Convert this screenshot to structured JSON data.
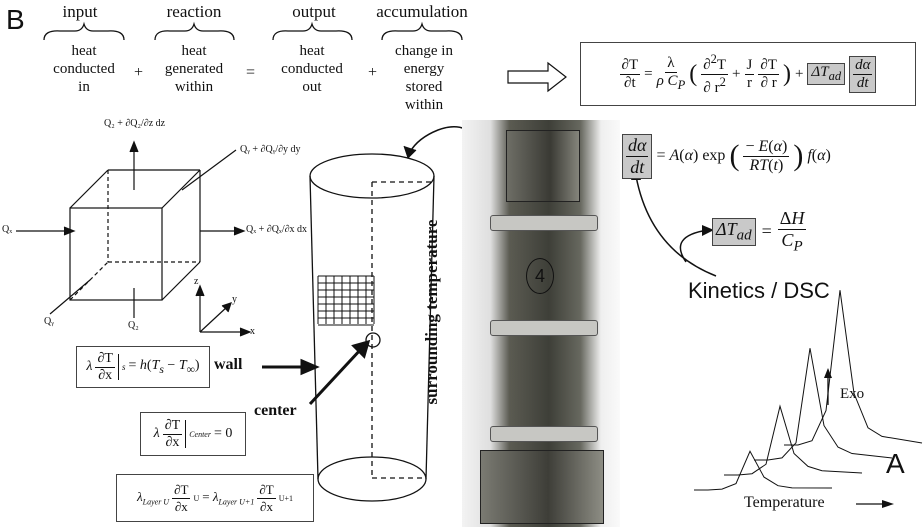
{
  "panel_labels": {
    "b": "B",
    "a": "A"
  },
  "balance": {
    "input": {
      "title": "input",
      "desc": [
        "heat",
        "conducted",
        "in"
      ]
    },
    "reaction": {
      "title": "reaction",
      "desc": [
        "heat",
        "generated",
        "within"
      ]
    },
    "output": {
      "title": "output",
      "desc": [
        "heat",
        "conducted",
        "out"
      ]
    },
    "accumulation": {
      "title": "accumulation",
      "desc": [
        "change in",
        "energy",
        "stored",
        "within"
      ]
    },
    "ops": [
      "+",
      "=",
      "+"
    ]
  },
  "cube": {
    "qz_label": "Q₂ + ∂Q₂/∂z dz",
    "qy_label": "Qᵧ + ∂Qᵧ/∂y dy",
    "qx_label": "Qₓ + ∂Qₓ/∂x dx",
    "qx_in": "Qₓ",
    "qy_in": "Qᵧ",
    "qz_in": "Q₂",
    "axis_z": "z",
    "axis_y": "y",
    "axis_x": "x"
  },
  "labels": {
    "wall": "wall",
    "center": "center",
    "surrounding": "surrounding temperature",
    "kinetics": "Kinetics / DSC",
    "exo": "Exo",
    "temperature": "Temperature",
    "sample_tag": "4"
  },
  "colors": {
    "shade": "#c9c9c9",
    "line": "#111111"
  },
  "chart_data": {
    "type": "line",
    "xlabel": "Temperature",
    "annotations": [
      "Exo"
    ],
    "series": [
      {
        "values": [
          0,
          0,
          0.2,
          1.5,
          9,
          3,
          1,
          0.5
        ]
      },
      {
        "values": [
          0,
          0,
          0.3,
          2.5,
          16,
          5,
          2,
          1
        ]
      },
      {
        "values": [
          0,
          0,
          0.5,
          4,
          26,
          8,
          3,
          1.5
        ]
      },
      {
        "values": [
          0,
          0,
          1,
          8,
          36,
          12,
          4,
          2
        ]
      }
    ]
  }
}
